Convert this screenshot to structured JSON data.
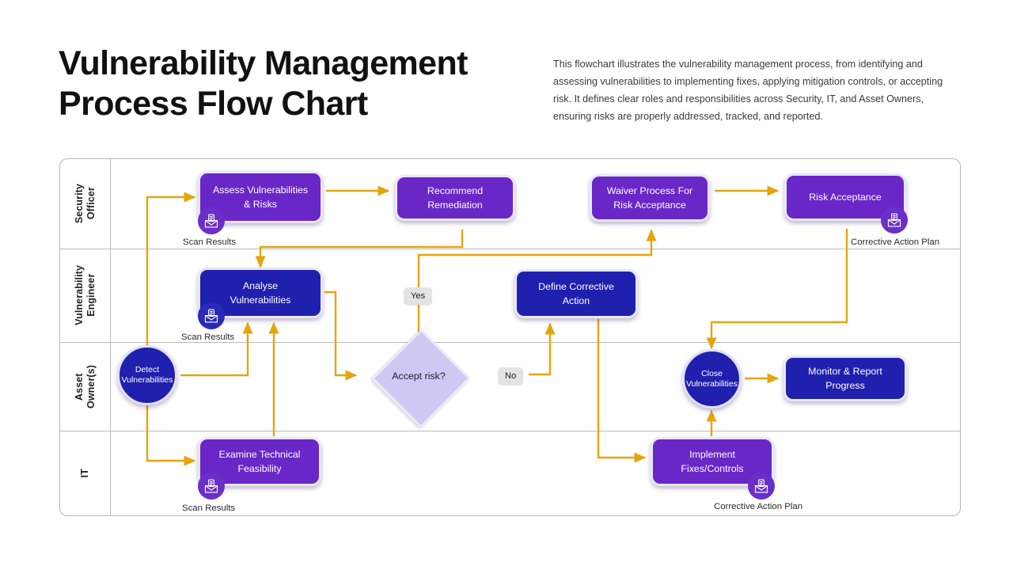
{
  "header": {
    "title": "Vulnerability Management\nProcess Flow Chart",
    "description": "This flowchart illustrates the vulnerability management process, from identifying and assessing vulnerabilities to implementing fixes, applying mitigation controls, or accepting risk. It defines clear roles and responsibilities across Security, IT, and Asset Owners, ensuring risks are properly addressed, tracked, and reported."
  },
  "colors": {
    "purple_node": "#6927C8",
    "blue_node": "#2020AE",
    "diamond_fill": "#CCC9F2",
    "arrow": "#E5A50B",
    "lane_border": "#B9B9BD",
    "chip_bg": "#E3E3E3"
  },
  "lanes": [
    {
      "label": "Security\nOfficer"
    },
    {
      "label": "Vulnerability\nEngineer"
    },
    {
      "label": "Asset\nOwner(s)"
    },
    {
      "label": "IT"
    }
  ],
  "nodes": {
    "assess": {
      "label": "Assess Vulnerabilities\n& Risks",
      "shape": "box",
      "color": "purple",
      "lane": "Security Officer"
    },
    "recommend": {
      "label": "Recommend\nRemediation",
      "shape": "box",
      "color": "purple",
      "lane": "Security Officer"
    },
    "waiver": {
      "label": "Waiver Process For\nRisk Acceptance",
      "shape": "box",
      "color": "purple",
      "lane": "Security Officer"
    },
    "risk_acceptance": {
      "label": "Risk Acceptance",
      "shape": "box",
      "color": "purple",
      "lane": "Security Officer"
    },
    "analyse": {
      "label": "Analyse\nVulnerabilities",
      "shape": "box",
      "color": "blue",
      "lane": "Vulnerability Engineer"
    },
    "define_corrective": {
      "label": "Define Corrective\nAction",
      "shape": "box",
      "color": "blue",
      "lane": "Vulnerability Engineer"
    },
    "detect": {
      "label": "Detect\nVulnerabilities",
      "shape": "circle",
      "color": "blue",
      "lane": "Asset Owner(s)"
    },
    "accept_risk": {
      "label": "Accept risk?",
      "shape": "diamond",
      "color": "lavender",
      "lane": "Asset Owner(s)"
    },
    "close": {
      "label": "Close\nVulnerabilities",
      "shape": "circle",
      "color": "blue",
      "lane": "Asset Owner(s)"
    },
    "monitor": {
      "label": "Monitor & Report\nProgress",
      "shape": "box",
      "color": "blue",
      "lane": "Asset Owner(s)"
    },
    "examine": {
      "label": "Examine Technical\nFeasibility",
      "shape": "box",
      "color": "purple",
      "lane": "IT"
    },
    "implement": {
      "label": "Implement\nFixes/Controls",
      "shape": "box",
      "color": "purple",
      "lane": "IT"
    }
  },
  "artifacts": [
    {
      "id": "scan_assess",
      "label": "Scan Results",
      "icon": "document-envelope-icon"
    },
    {
      "id": "scan_analyse",
      "label": "Scan Results",
      "icon": "document-envelope-icon"
    },
    {
      "id": "scan_examine",
      "label": "Scan Results",
      "icon": "document-envelope-icon"
    },
    {
      "id": "cap_risk",
      "label": "Corrective Action Plan",
      "icon": "document-envelope-icon"
    },
    {
      "id": "cap_implement",
      "label": "Corrective Action Plan",
      "icon": "document-envelope-icon"
    }
  ],
  "edge_labels": {
    "yes": "Yes",
    "no": "No"
  }
}
